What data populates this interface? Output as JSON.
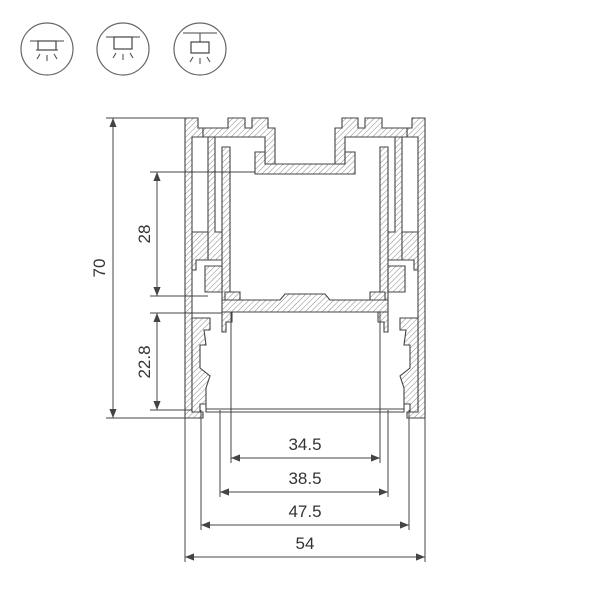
{
  "mount_icons": [
    {
      "name": "recessed-mount-icon"
    },
    {
      "name": "surface-mount-icon"
    },
    {
      "name": "suspended-mount-icon"
    }
  ],
  "dimensions": {
    "height_total": "70",
    "inner_height": "28",
    "lower_height": "22.8",
    "width_a": "34.5",
    "width_b": "38.5",
    "width_c": "47.5",
    "width_total": "54"
  },
  "colors": {
    "line": "#444444",
    "text": "#333333",
    "hatch": "#888888"
  }
}
